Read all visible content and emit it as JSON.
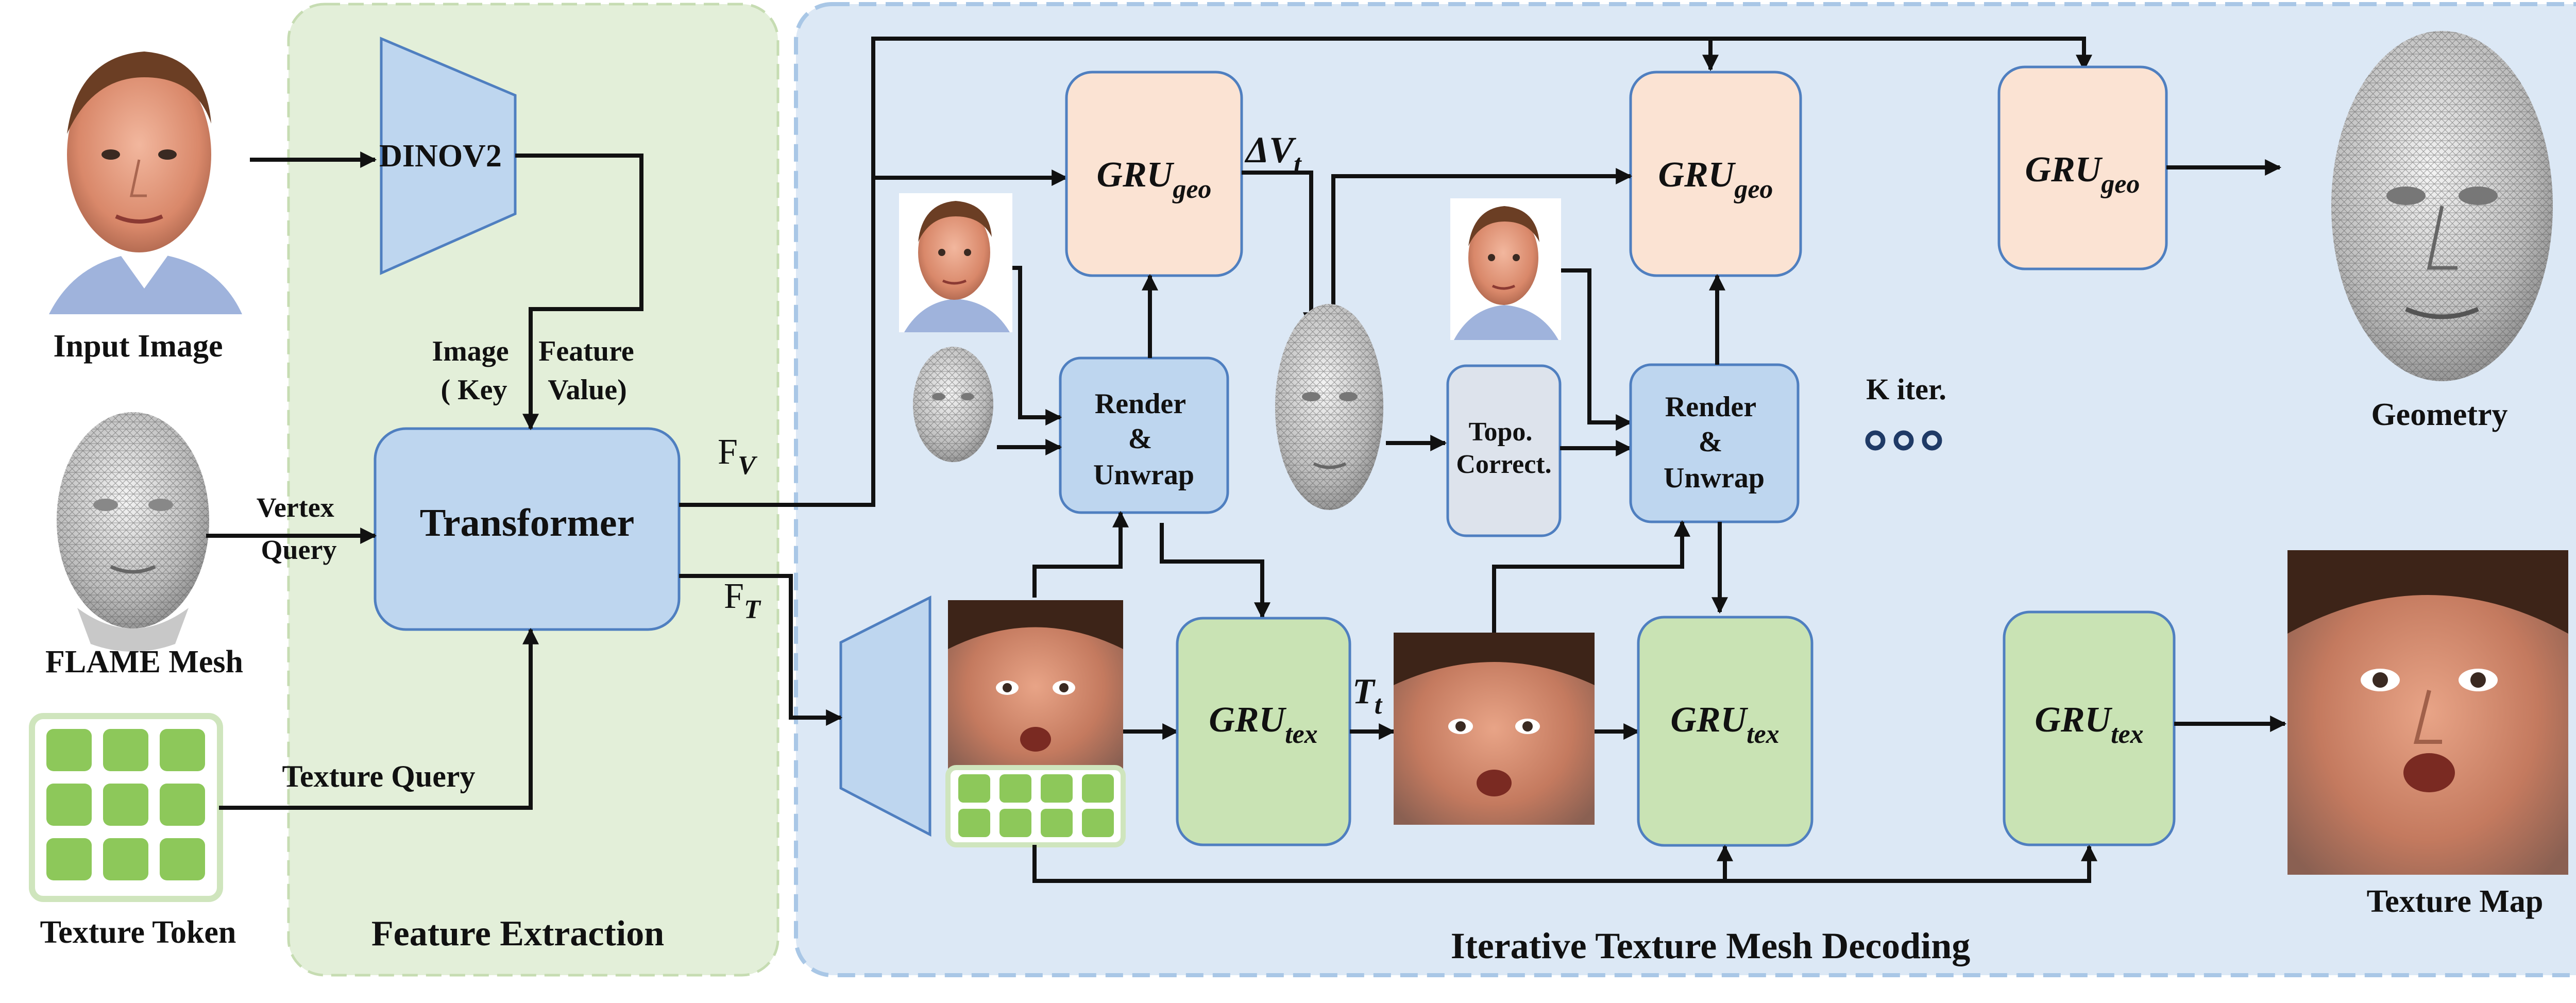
{
  "panels": {
    "feature_extraction": {
      "label": "Feature Extraction",
      "color": "#e3efd9"
    },
    "decoding": {
      "label": "Iterative Texture Mesh Decoding",
      "color": "#dce8f5"
    }
  },
  "inputs": {
    "input_image": "Input Image",
    "flame_mesh": "FLAME Mesh",
    "texture_token": "Texture Token"
  },
  "nodes": {
    "dinov2": "DINOV2",
    "transformer": "Transformer",
    "render_unwrap_1": [
      "Render",
      "&",
      "Unwrap"
    ],
    "render_unwrap_2": [
      "Render",
      "&",
      "Unwrap"
    ],
    "topo_correct": [
      "Topo.",
      "Correct."
    ],
    "gru_geo": {
      "main": "GRU",
      "sub": "geo"
    },
    "gru_tex": {
      "main": "GRU",
      "sub": "tex"
    }
  },
  "edge_labels": {
    "image_feature": [
      "Image",
      "( Key",
      "Feature",
      "Value)"
    ],
    "vertex_query": [
      "Vertex",
      "Query"
    ],
    "texture_query": "Texture Query",
    "fv": {
      "main": "F",
      "sub": "V"
    },
    "ft": {
      "main": "F",
      "sub": "T"
    },
    "delta_v": {
      "main": "ΔV",
      "sub": "t"
    },
    "t_t": {
      "main": "T",
      "sub": "t"
    },
    "k_iter": "K iter."
  },
  "outputs": {
    "geometry": "Geometry",
    "texture_map": "Texture Map"
  },
  "colors": {
    "node_blue": "#bed6ef",
    "node_blue_stroke": "#4f7fc0",
    "gru_geo_fill": "#fbe3d3",
    "gru_tex_fill": "#c9e3b4",
    "token_green": "#8dc85a",
    "topo_fill": "#dde3ec"
  }
}
